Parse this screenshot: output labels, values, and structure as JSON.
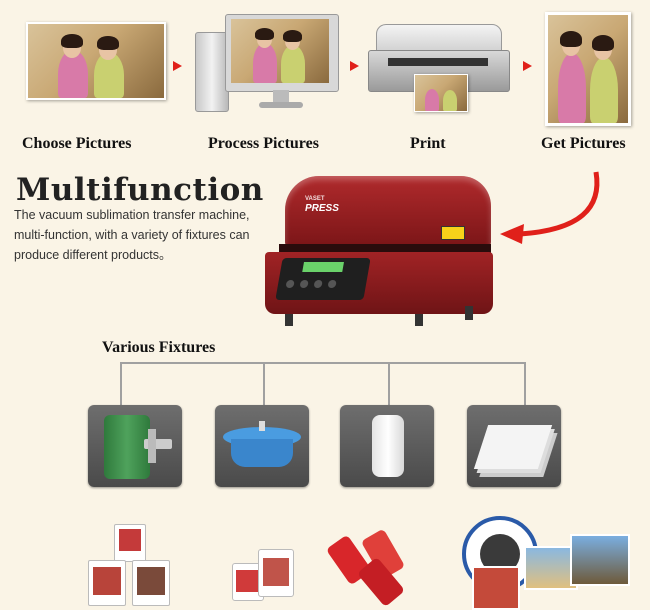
{
  "steps": [
    {
      "label": "Choose Pictures"
    },
    {
      "label": "Process Pictures"
    },
    {
      "label": "Print"
    },
    {
      "label": "Get Pictures"
    }
  ],
  "headline": "Multifunction",
  "description": [
    "The vacuum sublimation transfer machine,",
    "multi-function, with a variety of fixtures can",
    "produce different products。"
  ],
  "machine": {
    "brand_line1": "VASET",
    "brand_line2": "PRESS",
    "color": "#8e1c1e"
  },
  "fixtures_label": "Various Fixtures",
  "fixtures": [
    {
      "icon": "mug-wrap-fixture-icon"
    },
    {
      "icon": "plate-fixture-icon"
    },
    {
      "icon": "phone-case-fixture-icon"
    },
    {
      "icon": "flat-plate-fixture-icon"
    }
  ],
  "products": [
    {
      "icon": "printed-mugs-icon"
    },
    {
      "icon": "printed-cups-icon"
    },
    {
      "icon": "printed-phone-cases-icon"
    },
    {
      "icon": "printed-plates-tiles-icon"
    }
  ],
  "accent_color": "#e0201a"
}
